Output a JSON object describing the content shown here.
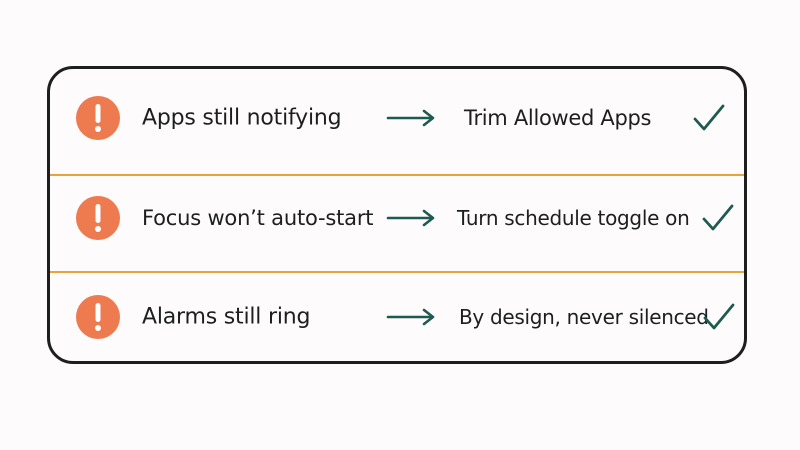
{
  "colors": {
    "alert": "#ee7a4f",
    "arrow": "#1e5a52",
    "check": "#1e5a52",
    "divider": "#e8a33a",
    "border": "#1e1e1e"
  },
  "icons": {
    "status": "exclamation-circle-icon",
    "flow": "right-arrow-icon",
    "done": "checkmark-icon"
  },
  "rows": [
    {
      "problem": "Apps still notifying",
      "fix": "Trim Allowed Apps"
    },
    {
      "problem": "Focus won’t auto-start",
      "fix": "Turn schedule toggle on"
    },
    {
      "problem": "Alarms still ring",
      "fix": "By design, never silenced"
    }
  ]
}
